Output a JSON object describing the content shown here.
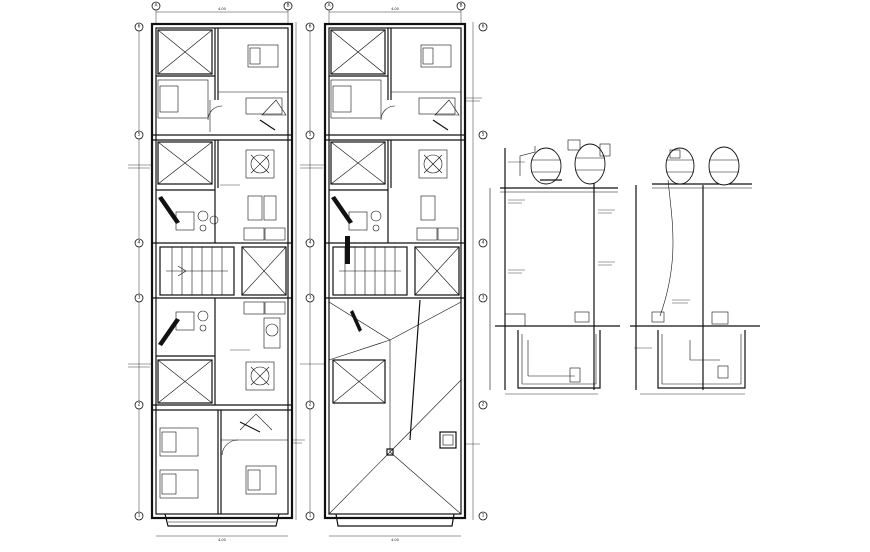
{
  "plans": [
    {
      "id": "plan-a",
      "top_dimension": "4.00",
      "bottom_dimension": "4.00"
    },
    {
      "id": "plan-b",
      "top_dimension": "4.00",
      "bottom_dimension": "4.00"
    }
  ],
  "column_bubbles": [
    "A",
    "B"
  ],
  "row_bubbles": [
    "6",
    "5",
    "4",
    "3",
    "2",
    "1"
  ]
}
